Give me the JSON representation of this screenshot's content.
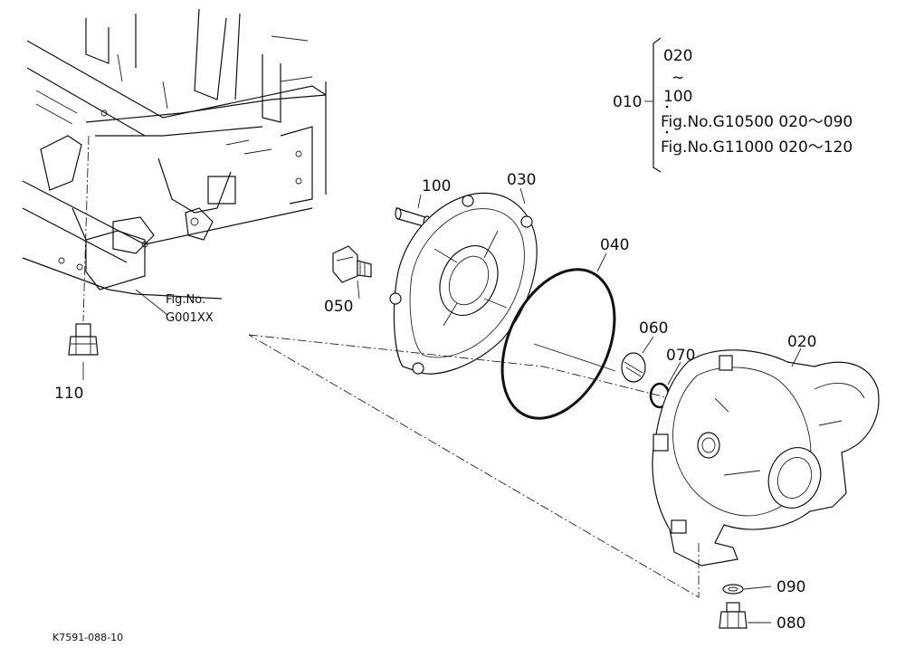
{
  "legend": {
    "range_start": "020",
    "range_tilde": "~",
    "range_end": "100",
    "parent": "010",
    "note1": "Fig.No.G10500  020～090",
    "note2": "Fig.No.G11000  020～120"
  },
  "callouts": {
    "p020": "020",
    "p030": "030",
    "p040": "040",
    "p050": "050",
    "p060": "060",
    "p070": "070",
    "p080": "080",
    "p090": "090",
    "p100": "100",
    "p110": "110"
  },
  "frame_ref": {
    "line1": "Fig.No.",
    "line2": "G001XX"
  },
  "drawing_id": "K7591-088-10"
}
